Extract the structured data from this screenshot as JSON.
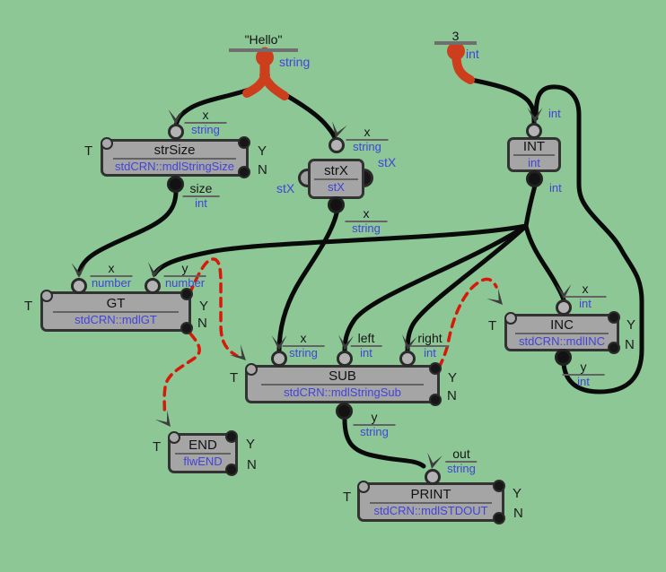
{
  "colors": {
    "background": "#8cc795",
    "node_fill": "#a5a5a5",
    "node_border": "#333333",
    "data_wire": "#0a0a0a",
    "flow_wire": "#d7190b",
    "literal_wire": "#cd3e1d",
    "type_text": "#4343dc"
  },
  "literals": {
    "hello": {
      "value": "\"Hello\"",
      "type": "string"
    },
    "three": {
      "value": "3",
      "type": "int"
    }
  },
  "nodes": {
    "strsize": {
      "title": "strSize",
      "module": "stdCRN::mdlStringSize",
      "t": "T",
      "y": "Y",
      "n": "N",
      "ports": {
        "in_x": {
          "name": "x",
          "type": "string"
        },
        "out_size": {
          "name": "size",
          "type": "int"
        }
      }
    },
    "strx": {
      "title": "strX",
      "module": "stX",
      "left_var": "stX",
      "right_var": "stX",
      "ports": {
        "in": {
          "name": "x",
          "type": "string"
        },
        "out": {
          "name": "x",
          "type": "string"
        }
      }
    },
    "intnode": {
      "title": "INT",
      "module": "int",
      "ports": {
        "in": {
          "type": "int"
        },
        "out": {
          "type": "int"
        }
      }
    },
    "gt": {
      "title": "GT",
      "module": "stdCRN::mdlGT",
      "t": "T",
      "y": "Y",
      "n": "N",
      "ports": {
        "in_x": {
          "name": "x",
          "type": "number"
        },
        "in_y": {
          "name": "y",
          "type": "number"
        }
      }
    },
    "sub": {
      "title": "SUB",
      "module": "stdCRN::mdlStringSub",
      "t": "T",
      "y": "Y",
      "n": "N",
      "ports": {
        "in_x": {
          "name": "x",
          "type": "string"
        },
        "in_left": {
          "name": "left",
          "type": "int"
        },
        "in_right": {
          "name": "right",
          "type": "int"
        },
        "out_y": {
          "name": "y",
          "type": "string"
        }
      }
    },
    "inc": {
      "title": "INC",
      "module": "stdCRN::mdlINC",
      "t": "T",
      "y": "Y",
      "n": "N",
      "ports": {
        "in_x": {
          "name": "x",
          "type": "int"
        },
        "out_y": {
          "name": "y",
          "type": "int"
        }
      }
    },
    "end": {
      "title": "END",
      "module": "flwEND",
      "t": "T",
      "y": "Y",
      "n": "N"
    },
    "print": {
      "title": "PRINT",
      "module": "stdCRN::mdlSTDOUT",
      "t": "T",
      "y": "Y",
      "n": "N",
      "ports": {
        "in_out": {
          "name": "out",
          "type": "string"
        }
      }
    }
  },
  "connections": [
    {
      "from": "literal Hello",
      "to": "strSize.x",
      "kind": "data"
    },
    {
      "from": "literal Hello",
      "to": "strX.x",
      "kind": "data"
    },
    {
      "from": "literal 3",
      "to": "INT.in",
      "kind": "data"
    },
    {
      "from": "INC.y",
      "to": "INT.in",
      "kind": "data"
    },
    {
      "from": "strSize.size",
      "to": "GT.x",
      "kind": "data"
    },
    {
      "from": "INT.out",
      "to": "GT.y",
      "kind": "data"
    },
    {
      "from": "INT.out",
      "to": "SUB.left",
      "kind": "data"
    },
    {
      "from": "INT.out",
      "to": "SUB.right",
      "kind": "data"
    },
    {
      "from": "INT.out",
      "to": "INC.x",
      "kind": "data"
    },
    {
      "from": "strX.out",
      "to": "SUB.x",
      "kind": "data"
    },
    {
      "from": "SUB.y",
      "to": "PRINT.out",
      "kind": "data"
    },
    {
      "from": "GT.Y",
      "to": "SUB.T",
      "kind": "flow"
    },
    {
      "from": "GT.N",
      "to": "END.T",
      "kind": "flow"
    },
    {
      "from": "SUB.Y",
      "to": "INC.T",
      "kind": "flow"
    }
  ]
}
